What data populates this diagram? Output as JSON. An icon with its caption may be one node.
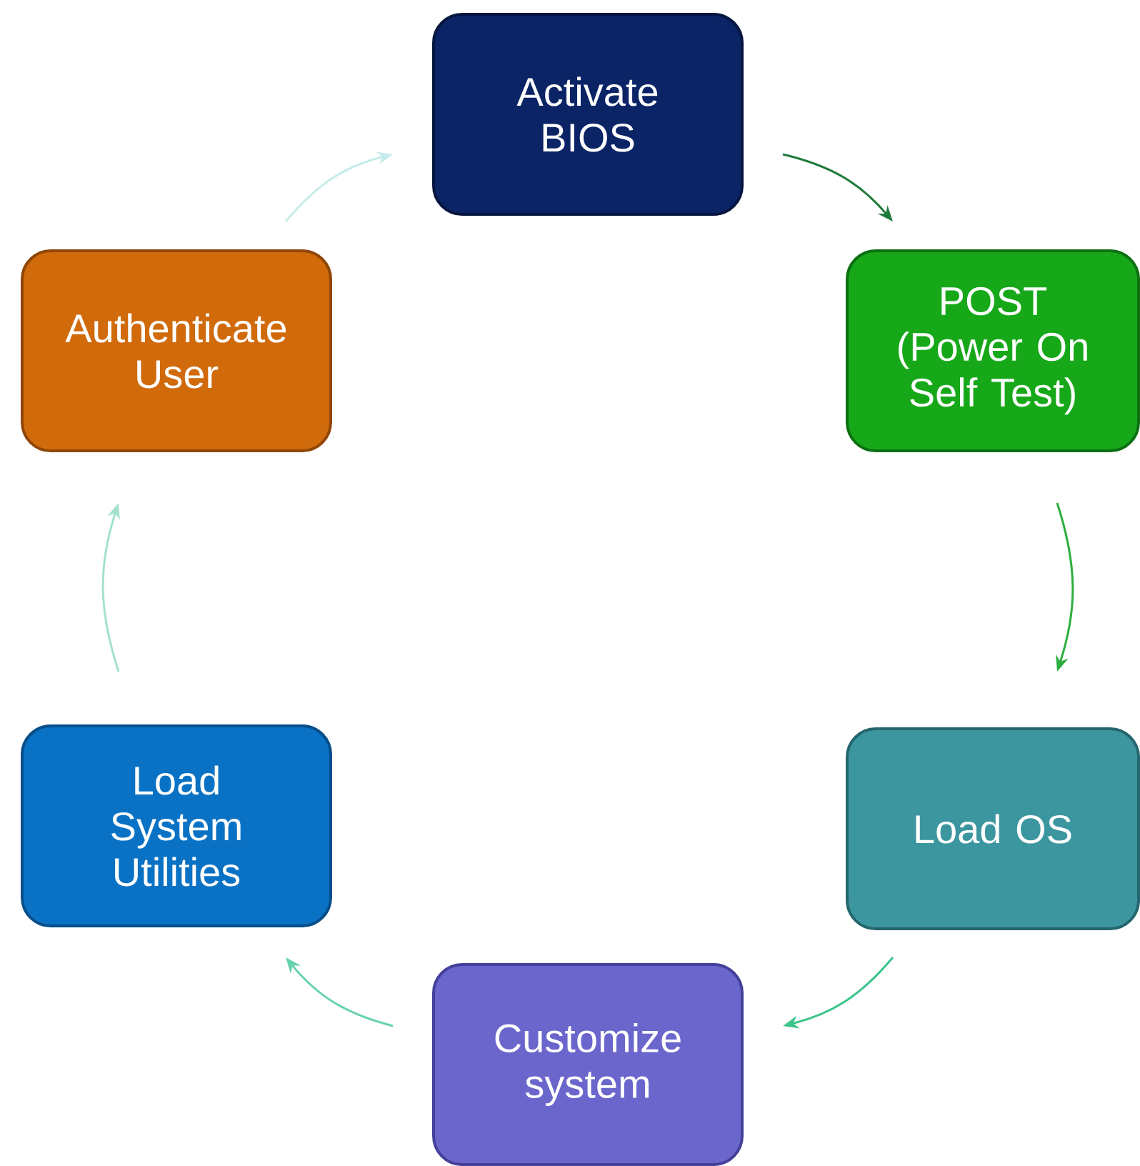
{
  "diagram": {
    "nodes": [
      {
        "text": [
          "Activate BIOS"
        ]
      },
      {
        "text": [
          "POST (Power On Self Test)"
        ]
      },
      {
        "text": [
          "Load OS"
        ]
      },
      {
        "text": [
          "Customize system"
        ]
      },
      {
        "text": [
          "Load System Utilities"
        ]
      },
      {
        "text": [
          "Authenticate User"
        ]
      }
    ],
    "edges": [
      {
        "from": 0,
        "to": 1,
        "arrow": "to",
        "color": "#1f7a3a"
      },
      {
        "from": 1,
        "to": 2,
        "arrow": "to",
        "color": "#2eae3e"
      },
      {
        "from": 2,
        "to": 3,
        "arrow": "to",
        "color": "#3cc48a"
      },
      {
        "from": 3,
        "to": 4,
        "arrow": "to",
        "color": "#66d2ae"
      },
      {
        "from": 4,
        "to": 5,
        "arrow": "to",
        "color": "#a4e2cc"
      },
      {
        "from": 5,
        "to": 0,
        "arrow": "to",
        "color": "#c4ecea"
      }
    ]
  }
}
